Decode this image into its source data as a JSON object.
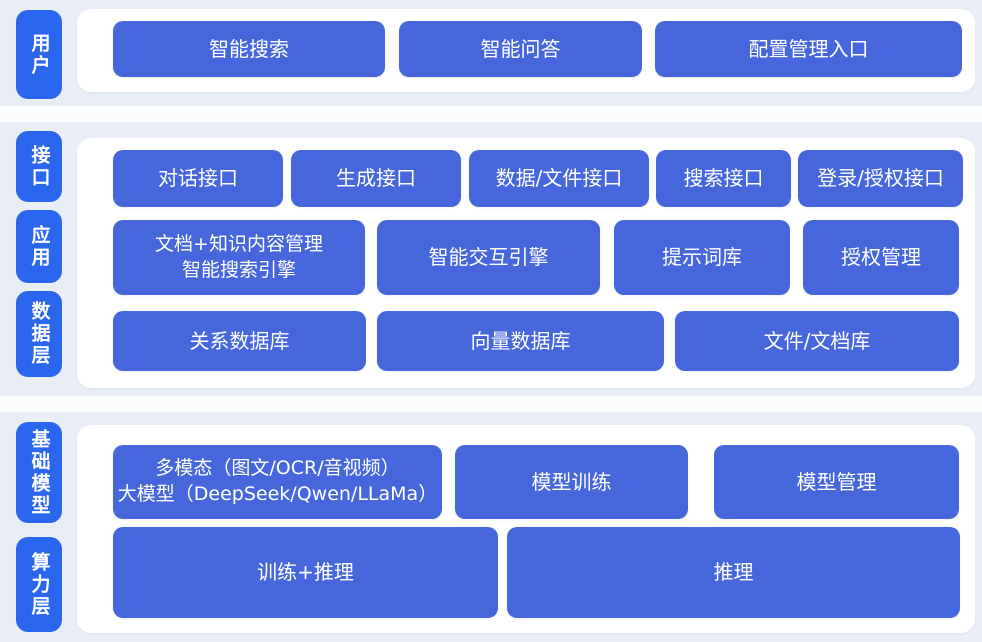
{
  "palette": {
    "page_background": "#e9eef6",
    "separator": "#fafcfe",
    "card_background": "#ffffff",
    "layer_label_blue": "#2b66ef",
    "node_blue": "#4667db",
    "text_on_blue": "#ffffff"
  },
  "sections": [
    {
      "labels": [
        {
          "text": "用户"
        }
      ],
      "rows": [
        {
          "buttons": [
            {
              "label": "智能搜索"
            },
            {
              "label": "智能问答"
            },
            {
              "label": "配置管理入口"
            }
          ]
        }
      ]
    },
    {
      "labels": [
        {
          "text": "接口"
        },
        {
          "text": "应用"
        },
        {
          "text": "数据层"
        }
      ],
      "rows": [
        {
          "buttons": [
            {
              "label": "对话接口"
            },
            {
              "label": "生成接口"
            },
            {
              "label": "数据/文件接口"
            },
            {
              "label": "搜索接口"
            },
            {
              "label": "登录/授权接口"
            }
          ]
        },
        {
          "buttons": [
            {
              "label": "文档+知识内容管理\n智能搜索引擎"
            },
            {
              "label": "智能交互引擎"
            },
            {
              "label": "提示词库"
            },
            {
              "label": "授权管理"
            }
          ]
        },
        {
          "buttons": [
            {
              "label": "关系数据库"
            },
            {
              "label": "向量数据库"
            },
            {
              "label": "文件/文档库"
            }
          ]
        }
      ]
    },
    {
      "labels": [
        {
          "text": "基础模型"
        },
        {
          "text": "算力层"
        }
      ],
      "rows": [
        {
          "buttons": [
            {
              "label": "多模态（图文/OCR/音视频）\n大模型（DeepSeek/Qwen/LLaMa）"
            },
            {
              "label": "模型训练"
            },
            {
              "label": "模型管理"
            }
          ]
        },
        {
          "buttons": [
            {
              "label": "训练+推理"
            },
            {
              "label": "推理"
            }
          ]
        }
      ]
    }
  ]
}
